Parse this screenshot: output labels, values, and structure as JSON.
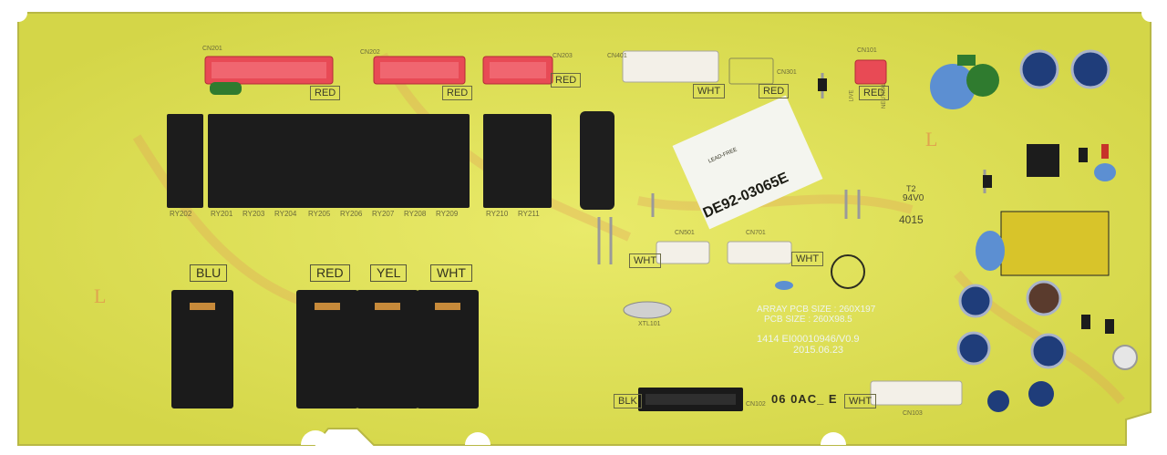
{
  "board": {
    "description_colors": {
      "pcb": "#dfe25a",
      "relay": "#1c1c1c",
      "connector_red": "#e84a55",
      "connector_white": "#f3f0e8"
    },
    "part_number": "DE92-03065E",
    "array_pcb_size": "ARRAY PCB SIZE : 260X197",
    "pcb_size": "PCB SIZE : 260X98.5",
    "revision_line": "1414   EI00010946/V0.9",
    "date_line": "2015.06.23",
    "bottom_code": "06 0AC_ E",
    "datecode": "4015",
    "rating": "94V0",
    "t2": "T2",
    "crystal": "XTL101",
    "logo": "LEAD-FREE"
  },
  "connector_labels": {
    "red1": "RED",
    "red2": "RED",
    "red3": "RED",
    "red4": "RED",
    "red5": "RED",
    "wht1": "WHT",
    "wht2": "WHT",
    "wht3": "WHT",
    "blk": "BLK",
    "wht4": "WHT"
  },
  "terminal_labels": {
    "blu": "BLU",
    "red": "RED",
    "yel": "YEL",
    "wht": "WHT"
  },
  "relay_labels": [
    "RY202",
    "RY201",
    "RY203",
    "RY204",
    "RY205",
    "RY206",
    "RY207",
    "RY208",
    "RY209",
    "RY210",
    "RY211"
  ],
  "top_pins": {
    "cn201": "CN201",
    "cn202": "CN202",
    "cn203": "CN203",
    "cn401": "CN401",
    "cn301": "CN301",
    "cn101": "CN101",
    "cn501": "CN501",
    "cn701": "CN701",
    "cn102": "CN102",
    "cn103": "CN103"
  },
  "markers": {
    "l1": "L",
    "l2": "L",
    "live": "LIVE",
    "neutral": "NEUTRAL"
  }
}
